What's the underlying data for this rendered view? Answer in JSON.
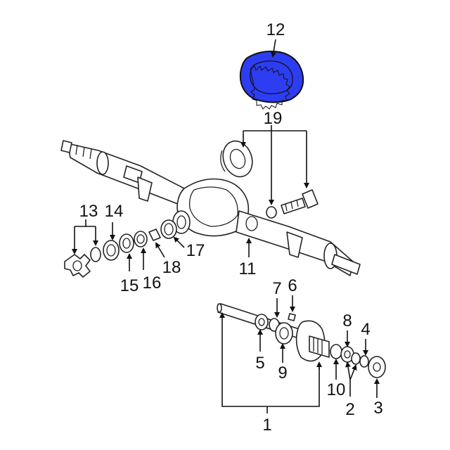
{
  "diagram": {
    "labels": {
      "p1": "1",
      "p2": "2",
      "p3": "3",
      "p4": "4",
      "p5": "5",
      "p6": "6",
      "p7": "7",
      "p8": "8",
      "p9": "9",
      "p10": "10",
      "p11": "11",
      "p12": "12",
      "p13": "13",
      "p14": "14",
      "p15": "15",
      "p16": "16",
      "p17": "17",
      "p18": "18",
      "p19": "19"
    },
    "highlight_color": "#2d3df2",
    "highlighted_part": "12"
  }
}
